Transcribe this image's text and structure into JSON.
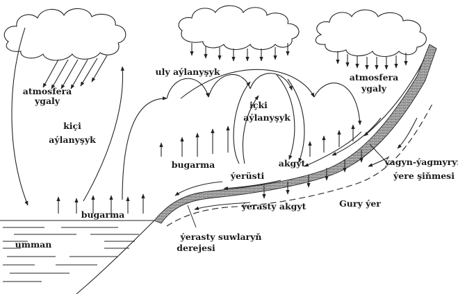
{
  "labels": {
    "atmosfera_ygaly_left_1": "atmosfera",
    "atmosfera_ygaly_left_2": "ygaly",
    "kici_aylanysyk_1": "kiçi",
    "kici_aylanysyk_2": "aýlanyşyk",
    "uly_aylanysyk": "uly aýlanyşyk",
    "icki_aylanysyk_1": "içki",
    "icki_aylanysyk_2": "aýlanyşyk",
    "atmosfera_ygaly_right_1": "atmosfera",
    "atmosfera_ygaly_right_2": "ygaly",
    "bugarma_land": "bugarma",
    "bugarma_sea": "bugarma",
    "umman": "umman",
    "akgyt": "akgyt",
    "yerusti": "ýerüsti",
    "yerasty_akgyt": "ýerasty akgyt",
    "gury_yer": "Gury ýer",
    "yagyn_1": "ýagyn-ýagmyryň",
    "yagyn_2": "ýere şiňmesi",
    "yerasty_suw_1": "ýerasty  suwlaryň",
    "yerasty_suw_2": "derejesi"
  }
}
